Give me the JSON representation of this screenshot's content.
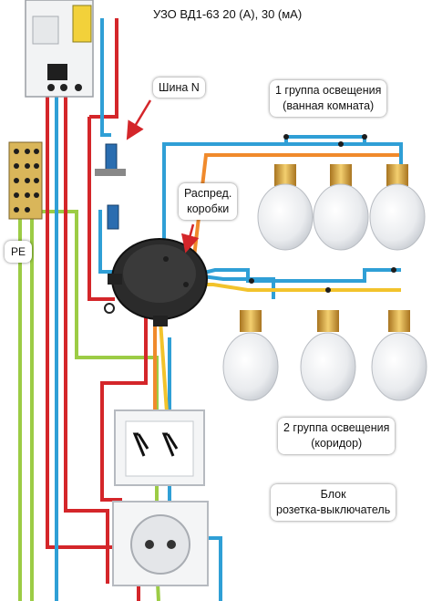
{
  "labels": {
    "uzo": "УЗО ВД1-63 20 (А), 30 (мА)",
    "bus": "Шина N",
    "box_line1": "Распред.",
    "box_line2": "коробки",
    "group1_line1": "1 группа освещения",
    "group1_line2": "(ванная комната)",
    "pe": "PE",
    "group2_line1": "2 группа освещения",
    "group2_line2": "(коридор)",
    "block_line1": "Блок",
    "block_line2": "розетка-выключатель"
  },
  "colors": {
    "phase": "#d4262a",
    "neutral": "#2f9fd6",
    "ground": "#9ccc45",
    "switched_yellow": "#f2c32c",
    "switched_orange": "#f08a2c",
    "callout_arrow": "#d4262a",
    "bulb_glass": "#eef0f2",
    "bulb_base": "#d8a040"
  },
  "icons": {
    "rcd": "rcd-device-icon",
    "neutral_bus": "neutral-bus-icon",
    "pe_bus": "pe-bus-icon",
    "junction_box": "junction-box-icon",
    "lamp": "light-bulb-icon",
    "switch": "double-switch-icon",
    "socket": "socket-icon"
  }
}
